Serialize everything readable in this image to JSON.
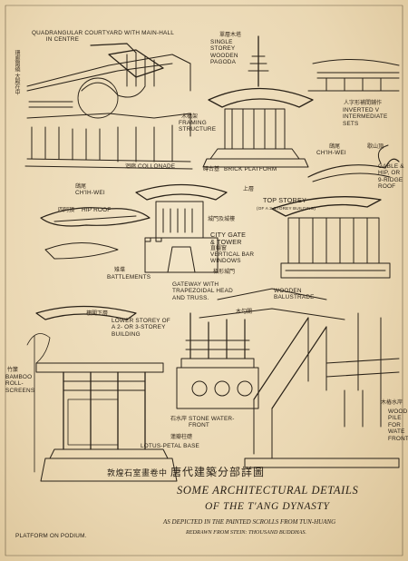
{
  "labels": {
    "courtyard": "QUADRANGULAR COURTYARD WITH MAIN-HALL\n        IN CENTRE",
    "pagoda": "SINGLE\nSTOREY\nWOODEN\nPAGODA",
    "framing": "FRAMING\nSTRUCTURE",
    "colonnade": "COLLONADE",
    "brick_platform": "BRICK PLATFORM",
    "inverted_v": "INVERTED V\nINTERMEDIATE\nSETS",
    "chihwei_top": "CH'IH-WEI",
    "gable": "GABLE &\nHIP, OR\n9-RIDGE\nROOF",
    "chihwei_mid": "CH'IH-WEI",
    "hip_roof": "HIP ROOF",
    "top_storey": "TOP STOREY",
    "top_storey_sub": "(OF A 2-STOREY BUILDING)",
    "city_gate": "CITY GATE\n& TOWER",
    "vertical_bar": "VERTICAL BAR\nWINDOWS",
    "battlements": "BATTLEMENTS",
    "gateway": "GATEWAY WITH\nTRAPEZOIDAL HEAD\nAND TRUSS.",
    "balustrade": "WOODEN\nBALUSTRADE",
    "lower_storey": "LOWER STOREY of\nA 2- or 3-STOREY\nBUILDING",
    "bamboo": "BAMBOO\nROLL-\nSCREENS",
    "stone_waterfront": "STONE WATER-\nFRONT",
    "lotus": "LOTUS-PETAL BASE",
    "wooden_piled": "WOOD\nPILE\nFOR\nWATE\nFRONT",
    "platform": "PLATFORM on PODIUM."
  },
  "cjk": {
    "c1": "環廊圍繞 大殿在中",
    "c2": "單層木塔",
    "c3": "木構架",
    "c4": "迴廊",
    "c5": "磚台基",
    "c6": "人字形補間鋪作",
    "c7": "鴟尾",
    "c8": "歇山頂",
    "c9": "鴟尾",
    "c10": "四阿頂",
    "c11": "上層",
    "c12": "城門及城樓",
    "c13": "直欞窗",
    "c14": "梯形城門",
    "c15": "雉堞",
    "c16": "木勾闌",
    "c17": "樓閣下層",
    "c18": "竹簾",
    "c19": "石水岸",
    "c20": "蓮瓣柱礎",
    "c21": "木樁水岸"
  },
  "title": {
    "chinese": "唐代建築分部詳圖",
    "chinese_sub": "敦煌石室畫卷中",
    "line1": "SOME ARCHITECTURAL DETAILS",
    "line2": "OF THE T'ANG DYNASTY",
    "line3": "AS DEPICTED IN THE PAINTED SCROLLS FROM TUN-HUANG",
    "line4": "REDRAWN FROM STEIN: THOUSAND BUDDHAS."
  },
  "colors": {
    "paper": "#ead7b2",
    "ink": "#2a2218"
  }
}
